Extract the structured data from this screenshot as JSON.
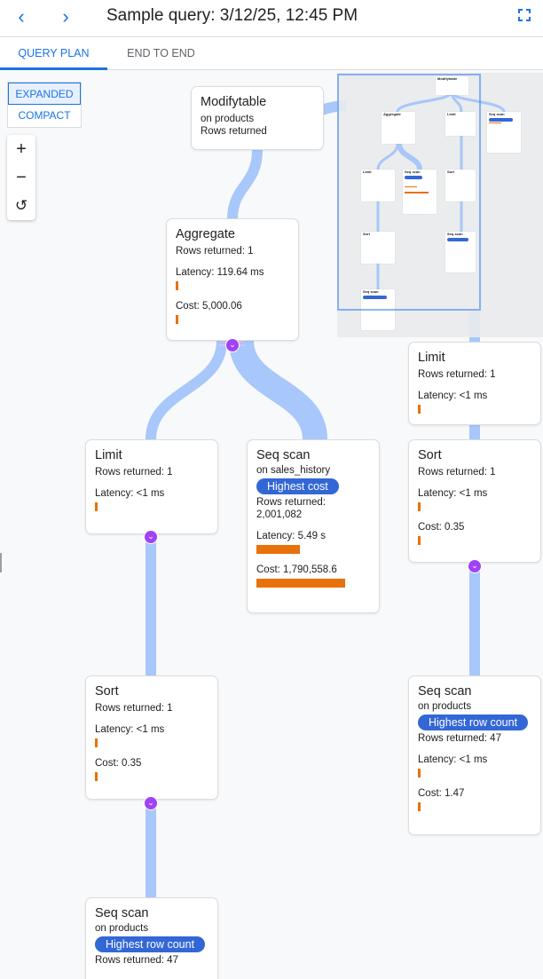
{
  "header": {
    "title": "Sample query: 3/12/25, 12:45 PM",
    "back_icon": "chevron-left",
    "forward_icon": "chevron-right",
    "fullscreen_icon": "fullscreen"
  },
  "tabs": [
    {
      "label": "QUERY PLAN",
      "active": true
    },
    {
      "label": "END TO END",
      "active": false
    }
  ],
  "view_mode": {
    "options": [
      "EXPANDED",
      "COMPACT"
    ],
    "selected": "EXPANDED"
  },
  "zoom_controls": {
    "zoom_in": "+",
    "zoom_out": "−",
    "reset": "↺"
  },
  "colors": {
    "accent": "#1a73e8",
    "edge": "#a8c7fa",
    "bar": "#e8710a",
    "badge": "#3367d6",
    "expand": "#a142f4"
  },
  "nodes": [
    {
      "title": "Aggregate",
      "rows": "Rows returned: 1",
      "latency": "Latency: 119.64 ms",
      "latency_bar": 0.01,
      "cost": "Cost: 5,000.06",
      "cost_bar": 0.01
    },
    {
      "title": "Limit",
      "rows": "Rows returned: 1",
      "latency": "Latency: <1 ms",
      "latency_bar": 0.01
    },
    {
      "title": "Seq scan",
      "on": "on sales_history",
      "badge": "Highest cost",
      "rows_label": "Rows returned:",
      "rows_value": "2,001,082",
      "latency": "Latency: 5.49 s",
      "latency_bar": 0.49,
      "cost": "Cost: 1,790,558.6",
      "cost_bar": 1.0
    },
    {
      "title": "Sort",
      "rows": "Rows returned: 1",
      "latency": "Latency: <1 ms",
      "latency_bar": 0.01,
      "cost": "Cost: 0.35",
      "cost_bar": 0.01
    },
    {
      "title": "Seq scan",
      "on": "on products",
      "badge": "Highest row count",
      "rows": "Rows returned: 47",
      "latency": "Latency: <1 ms",
      "latency_bar": 0.01,
      "cost": "Cost: 1.47",
      "cost_bar": 0.01
    },
    {
      "title": "Sort",
      "rows": "Rows returned: 1",
      "latency": "Latency: <1 ms",
      "latency_bar": 0.01,
      "cost": "Cost: 0.35",
      "cost_bar": 0.01
    },
    {
      "title": "Seq scan",
      "on": "on products",
      "badge": "Highest row count",
      "rows": "Rows returned: 47"
    },
    {
      "title": "Modifytable",
      "on": "on products",
      "rows": "Rows returned"
    },
    {
      "title": "Limit",
      "rows": "Rows returned: 1",
      "latency": "Latency: <1 ms"
    }
  ],
  "minimap": {
    "nodes": [
      "Modifytable",
      "Aggregate",
      "Limit",
      "Seq scan",
      "Limit",
      "Seq scan",
      "Sort",
      "Sort",
      "Seq scan",
      "Seq scan"
    ]
  }
}
